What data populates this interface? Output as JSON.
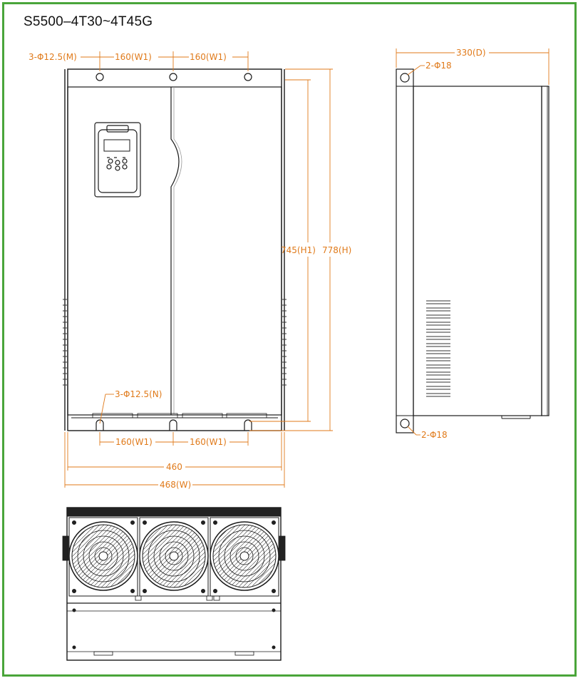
{
  "title": "S5500–4T30~4T45G",
  "colors": {
    "frame": "#4aa53a",
    "dimension": "#e07a1a",
    "drawing": "#1a1a1a"
  },
  "front": {
    "hole_top": "3-Φ12.5(M)",
    "hole_bottom": "3-Φ12.5(N)",
    "w1_top_left": "160(W1)",
    "w1_top_right": "160(W1)",
    "w1_bottom_left": "160(W1)",
    "w1_bottom_right": "160(W1)",
    "width_inner": "460",
    "width_outer": "468(W)",
    "h1": "745(H1)",
    "h": "778(H)"
  },
  "side": {
    "depth": "330(D)",
    "hole_top": "2-Φ18",
    "hole_bottom": "2-Φ18"
  }
}
